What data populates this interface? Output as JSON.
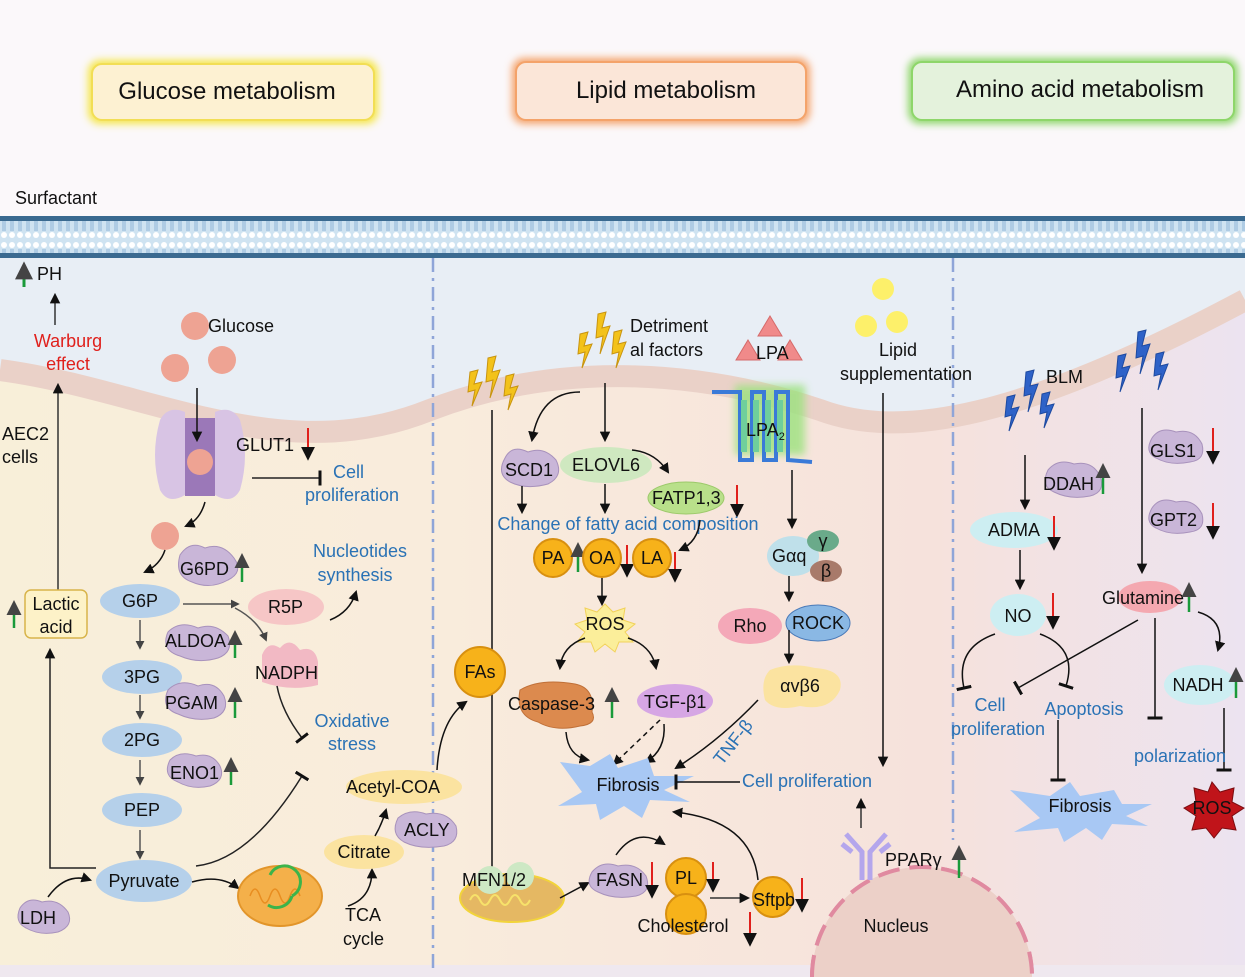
{
  "headers": {
    "glucose": "Glucose metabolism",
    "lipid": "Lipid metabolism",
    "amino": "Amino acid metabolism"
  },
  "colors": {
    "up_arrow": "#1a9a3a",
    "down_arrow": "#e0201c",
    "pathway_text": "#2a72b5",
    "membrane": "#3a6a90",
    "glucose_glow": "#f5e64a",
    "lipid_glow": "#f4a36a",
    "amino_glow": "#8ed66a"
  },
  "labels": {
    "surfactant": "Surfactant",
    "aec2_line1": "AEC2",
    "aec2_line2": "cells",
    "ph": "PH",
    "warburg1": "Warburg",
    "warburg2": "effect",
    "glucose": "Glucose",
    "glut1": "GLUT1",
    "cell_prolif1": "Cell",
    "cell_prolif2": "proliferation",
    "g6pd": "G6PD",
    "nucleotides1": "Nucleotides",
    "nucleotides2": "synthesis",
    "lactic1": "Lactic",
    "lactic2": "acid",
    "g6p": "G6P",
    "r5p": "R5P",
    "aldoa": "ALDOA",
    "nadph": "NADPH",
    "pg3": "3PG",
    "pgam": "PGAM",
    "oxidative1": "Oxidative",
    "oxidative2": "stress",
    "pg2": "2PG",
    "eno1": "ENO1",
    "pep": "PEP",
    "acetylcoa": "Acetyl-COA",
    "acly": "ACLY",
    "citrate": "Citrate",
    "pyruvate": "Pyruvate",
    "ldh": "LDH",
    "tca1": "TCA",
    "tca2": "cycle",
    "detrimental1": "Detriment",
    "detrimental2": "al factors",
    "lpa": "LPA",
    "lpa2": "LPA",
    "lpa2_sub": "2",
    "lipid_supp1": "Lipid",
    "lipid_supp2": "supplementation",
    "scd1": "SCD1",
    "elovl6": "ELOVL6",
    "fatp": "FATP1,3",
    "fa_change": "Change of fatty acid composition",
    "pa": "PA",
    "oa": "OA",
    "la": "LA",
    "fas": "FAs",
    "ros": "ROS",
    "caspase3": "Caspase-3",
    "tgfb1": "TGF-β1",
    "gaq": "Gαq",
    "gamma": "γ",
    "beta": "β",
    "rho": "Rho",
    "rock": "ROCK",
    "avb6": "αvβ6",
    "tnfb": "TNF-β",
    "fibrosis": "Fibrosis",
    "cell_prolif_lipid": "Cell proliferation",
    "mfn": "MFN1/2",
    "fasn": "FASN",
    "pl": "PL",
    "cholesterol": "Cholesterol",
    "sftpb": "Sftpb",
    "pparg": "PPARγ",
    "nucleus": "Nucleus",
    "blm": "BLM",
    "ddah": "DDAH",
    "gls1": "GLS1",
    "gpt2": "GPT2",
    "adma": "ADMA",
    "no": "NO",
    "glutamine": "Glutamine",
    "nadh": "NADH",
    "cell_prolif_amino1": "Cell",
    "cell_prolif_amino2": "proliferation",
    "apoptosis": "Apoptosis",
    "polarization": "polarization",
    "fibrosis_amino": "Fibrosis",
    "ros_amino": "ROS"
  }
}
